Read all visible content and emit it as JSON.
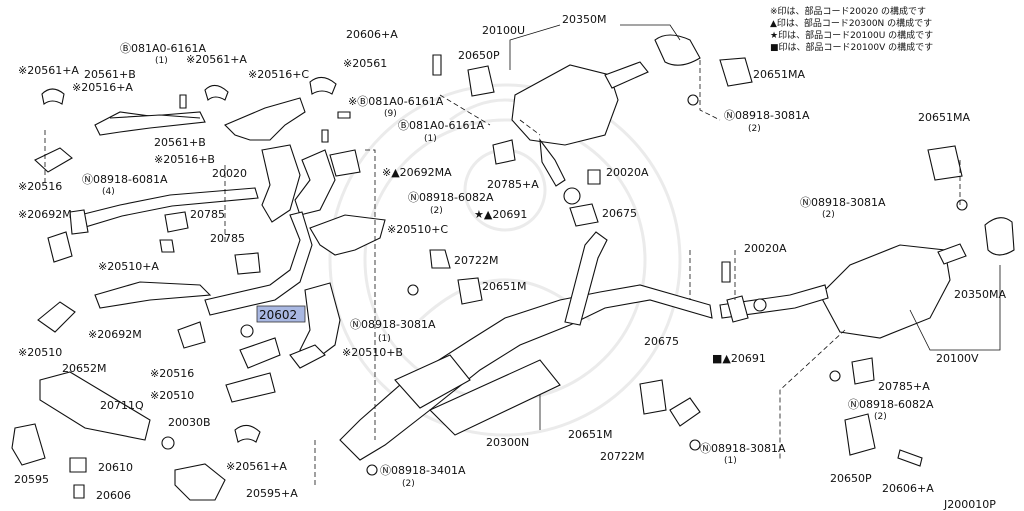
{
  "legend": [
    "※印は、部品コード20020 の構成です",
    "▲印は、部品コード20300N の構成です",
    "★印は、部品コード20100U の構成です",
    "■印は、部品コード20100V の構成です"
  ],
  "labels": [
    "※20561+A",
    "20561+B",
    "※20516+A",
    "Ⓑ081A0-6161A",
    "(1)",
    "※20561+A",
    "※20516+C",
    "※20561",
    "※Ⓑ081A0-6161A",
    "(9)",
    "Ⓑ081A0-6161A",
    "(1)",
    "20561+B",
    "※20516+B",
    "Ⓝ08918-6081A",
    "(4)",
    "20020",
    "※20516",
    "※20692M",
    "20785",
    "20785",
    "※20510+A",
    "※20692M",
    "※20510",
    "20602",
    "※▲20692MA",
    "Ⓝ08918-6082A",
    "(2)",
    "★▲20691",
    "※20510+C",
    "20722M",
    "20651M",
    "Ⓝ08918-3081A",
    "(1)",
    "※20510+B",
    "20652M",
    "※20516",
    "※20510",
    "20711Q",
    "20030B",
    "20610",
    "20595",
    "20606",
    "※20561+A",
    "20595+A",
    "20606+A",
    "20650P",
    "20100U",
    "20350M",
    "20651MA",
    "Ⓝ08918-3081A",
    "(2)",
    "20785+A",
    "20020A",
    "20675",
    "20651MA",
    "Ⓝ08918-3081A",
    "(2)",
    "20020A",
    "20350MA",
    "20675",
    "■▲20691",
    "20100V",
    "20785+A",
    "Ⓝ08918-6082A",
    "(2)",
    "20300N",
    "20651M",
    "20722M",
    "Ⓝ08918-3081A",
    "(1)",
    "Ⓝ08918-3401A",
    "(2)",
    "20650P",
    "20606+A"
  ],
  "diagram_id": "J200010P"
}
